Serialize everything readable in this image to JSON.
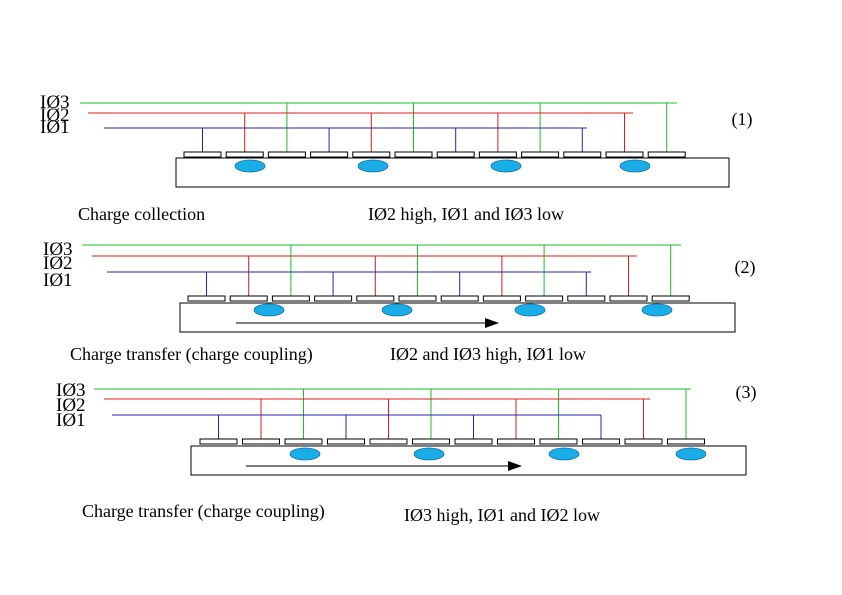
{
  "colors": {
    "phase3": "#19c21f",
    "phase2": "#e01b1b",
    "phase1": "#2323b8",
    "charge": "#19aee8",
    "outline": "#000000"
  },
  "panels": [
    {
      "number": "(1)",
      "phase_labels": [
        "IØ3",
        "IØ2",
        "IØ1"
      ],
      "caption_left": "Charge collection",
      "caption_right": "IØ2 high, IØ1 and IØ3 low",
      "has_transfer_arrow": false,
      "charge_packets": 4
    },
    {
      "number": "(2)",
      "phase_labels": [
        "IØ3",
        "IØ2",
        "IØ1"
      ],
      "caption_left": "Charge transfer (charge coupling)",
      "caption_right": "IØ2 and IØ3 high, IØ1 low",
      "has_transfer_arrow": true,
      "charge_packets": 4
    },
    {
      "number": "(3)",
      "phase_labels": [
        "IØ3",
        "IØ2",
        "IØ1"
      ],
      "caption_left": "Charge transfer (charge coupling)",
      "caption_right": "IØ3 high, IØ1 and IØ2 low",
      "has_transfer_arrow": true,
      "charge_packets": 4
    }
  ]
}
